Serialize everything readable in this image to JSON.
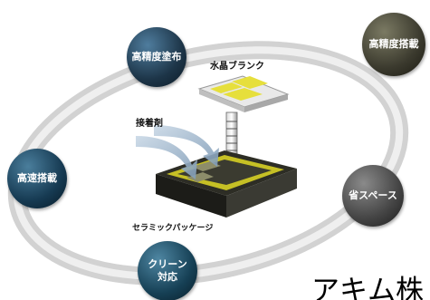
{
  "diagram": {
    "features": [
      {
        "id": "precision-coating",
        "label": "高精度塗布",
        "color": "#1d3548"
      },
      {
        "id": "precision-mounting",
        "label": "高精度搭載",
        "color": "#3b3a2e"
      },
      {
        "id": "space-saving",
        "label": "省スペース",
        "color": "#444444"
      },
      {
        "id": "clean",
        "label_line1": "クリーン",
        "label_line2": "対応",
        "color": "#164055"
      },
      {
        "id": "high-speed",
        "label": "高速搭載",
        "color": "#163a52"
      }
    ],
    "labels": {
      "crystal_blank": "水晶ブランク",
      "adhesive": "接着剤",
      "ceramic_package": "セラミックパッケージ"
    },
    "title_partial": "アキム株"
  },
  "colors": {
    "ring": "#d4d4d4",
    "blank": "#e6df3c",
    "package_top": "#2a2a22",
    "package_inner": "#c6c025",
    "arrow": "#9fb6cc"
  }
}
